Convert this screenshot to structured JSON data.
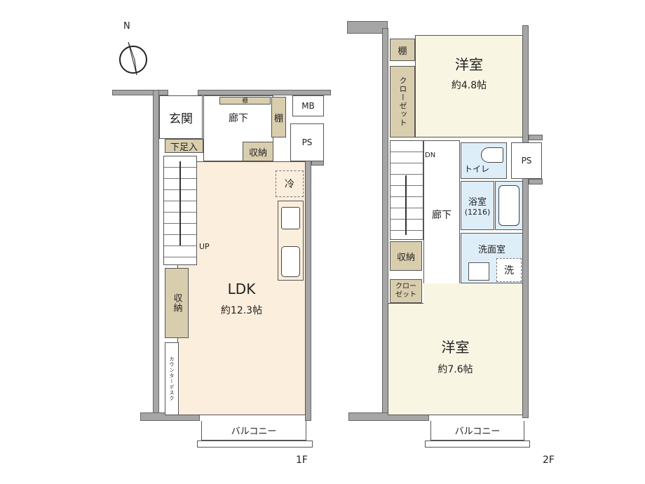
{
  "compass": {
    "north_label": "N"
  },
  "floor1": {
    "label": "1F",
    "rooms": {
      "entrance": "玄関",
      "shoe_storage": "下足入",
      "hallway": "廊下",
      "shelf_top": "棚",
      "shelf_side": "棚",
      "mb": "MB",
      "ps": "PS",
      "storage_hall": "収納",
      "fridge": "冷",
      "up": "UP",
      "storage_left": "収納",
      "ldk_name": "LDK",
      "ldk_size": "約12.3帖",
      "counter_desk": "カウンターデスク",
      "balcony": "バルコニー"
    }
  },
  "floor2": {
    "label": "2F",
    "rooms": {
      "shelf": "棚",
      "closet_top": "クローゼット",
      "room1_name": "洋室",
      "room1_size": "約4.8帖",
      "dn": "DN",
      "toilet": "トイレ",
      "ps": "PS",
      "bath": "浴室",
      "bath_size": "(1216)",
      "hallway": "廊下",
      "washroom": "洗面室",
      "washer": "洗",
      "storage": "収納",
      "closet_bottom": "クローゼット",
      "room2_name": "洋室",
      "room2_size": "約7.6帖",
      "balcony": "バルコニー"
    }
  },
  "colors": {
    "ldk": "#fbeedc",
    "storage": "#d8ceae",
    "western_room": "#f8f5e2",
    "wet_area": "#deeef9",
    "wall": "#a6a6a6"
  }
}
